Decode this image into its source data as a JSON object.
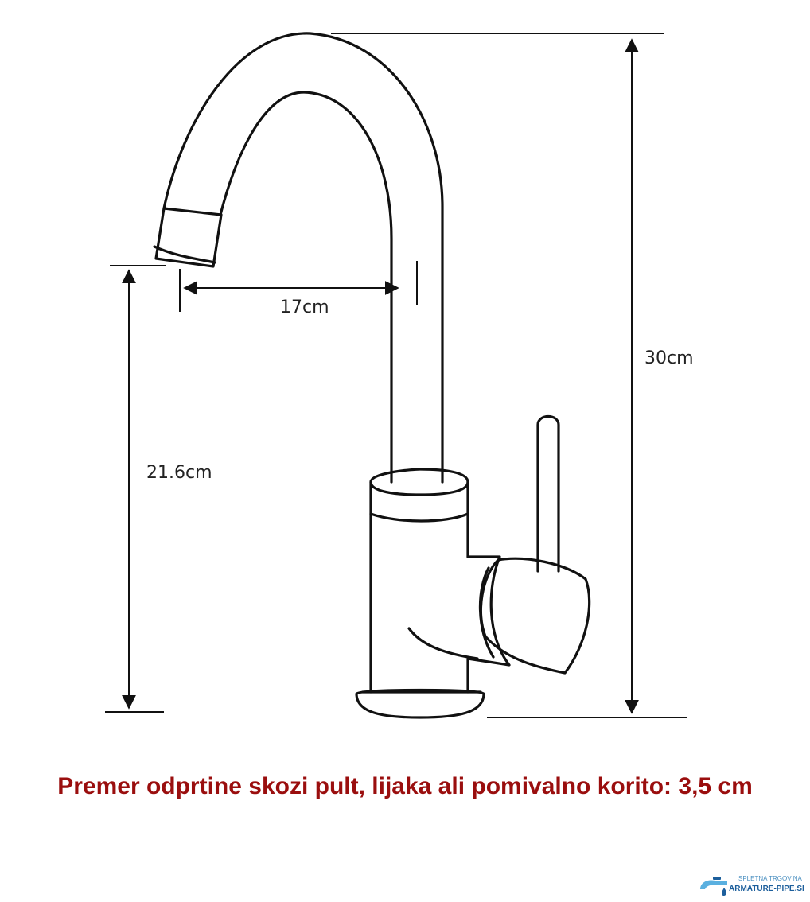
{
  "dimensions": {
    "spout_reach": "17cm",
    "total_height": "30cm",
    "spout_height": "21.6cm"
  },
  "caption": "Premer odprtine skozi pult, lijaka ali pomivalno korito: 3,5 cm",
  "logo": {
    "tagline": "SPLETNA TRGOVINA",
    "name": "ARMATURE-PIPE.SI",
    "icon": "faucet-water-drop-icon"
  },
  "colors": {
    "caption": "#9a0e0e",
    "logo_primary": "#1d5f9c",
    "logo_accent": "#5ab0e0"
  }
}
